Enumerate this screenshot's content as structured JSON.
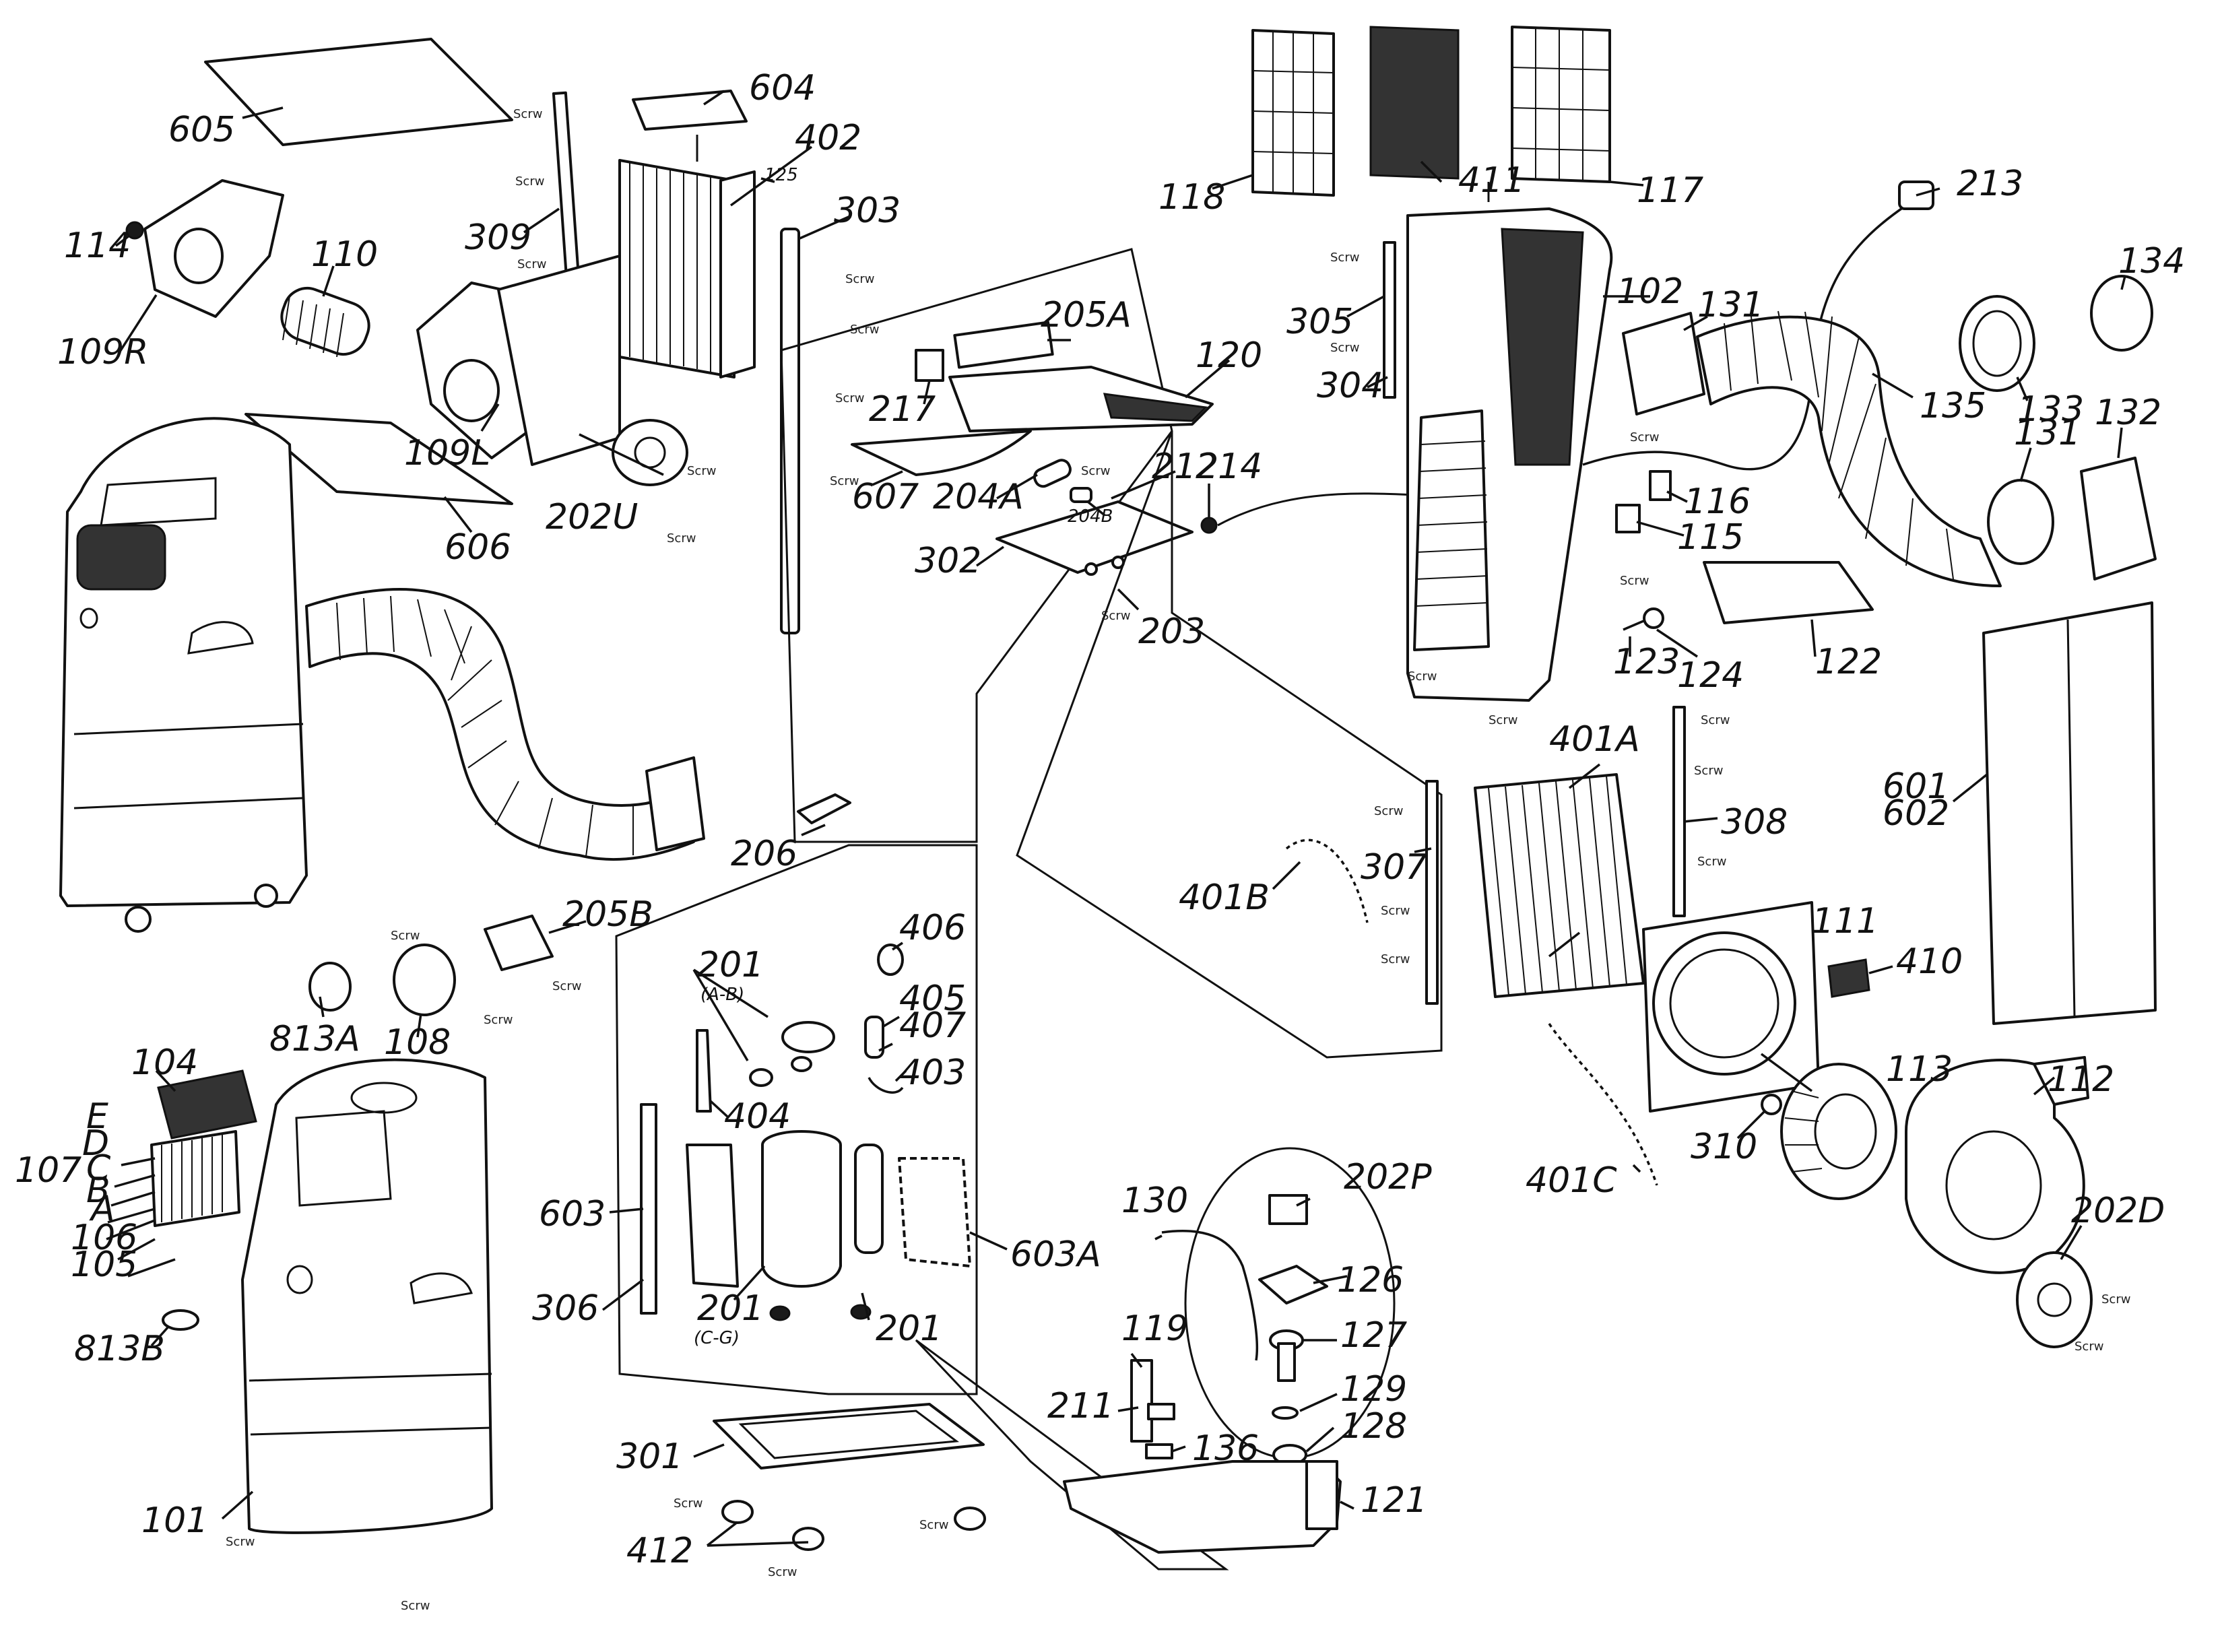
{
  "diagram": {
    "labels": {
      "605": "605",
      "604": "604",
      "402": "402",
      "125": "125",
      "303": "303",
      "114": "114",
      "110": "110",
      "109R": "109R",
      "309": "309",
      "109L": "109L",
      "202U": "202U",
      "606": "606",
      "607": "607",
      "205A": "205A",
      "217": "217",
      "120": "120",
      "204A": "204A",
      "204B": "204B",
      "212": "212",
      "214": "214",
      "302": "302",
      "203": "203",
      "118": "118",
      "411": "411",
      "117": "117",
      "213": "213",
      "134": "134",
      "305": "305",
      "102": "102",
      "131a": "131",
      "304": "304",
      "135": "135",
      "133": "133",
      "132": "132",
      "131b": "131",
      "116": "116",
      "115": "115",
      "123": "123",
      "124": "124",
      "122": "122",
      "206": "206",
      "401A": "401A",
      "308": "308",
      "601": "601",
      "602": "602",
      "401B": "401B",
      "307": "307",
      "111": "111",
      "410": "410",
      "205B": "205B",
      "813A": "813A",
      "108": "108",
      "104": "104",
      "201AB": "201",
      "201AB_sub": "(A-B)",
      "406": "406",
      "405": "405",
      "407": "407",
      "403": "403",
      "404": "404",
      "107": "107",
      "E": "E",
      "D": "D",
      "C": "C",
      "B": "B",
      "A": "A",
      "106": "106",
      "105": "105",
      "813B": "813B",
      "603": "603",
      "306": "306",
      "201CG": "201",
      "201CG_sub": "(C-G)",
      "201": "201",
      "603A": "603A",
      "113": "113",
      "112": "112",
      "310": "310",
      "401C": "401C",
      "130": "130",
      "202P": "202P",
      "126": "126",
      "202D": "202D",
      "119": "119",
      "127": "127",
      "211": "211",
      "129": "129",
      "128": "128",
      "136": "136",
      "301": "301",
      "121": "121",
      "101": "101",
      "412": "412"
    },
    "screw_text": "Scrw"
  }
}
